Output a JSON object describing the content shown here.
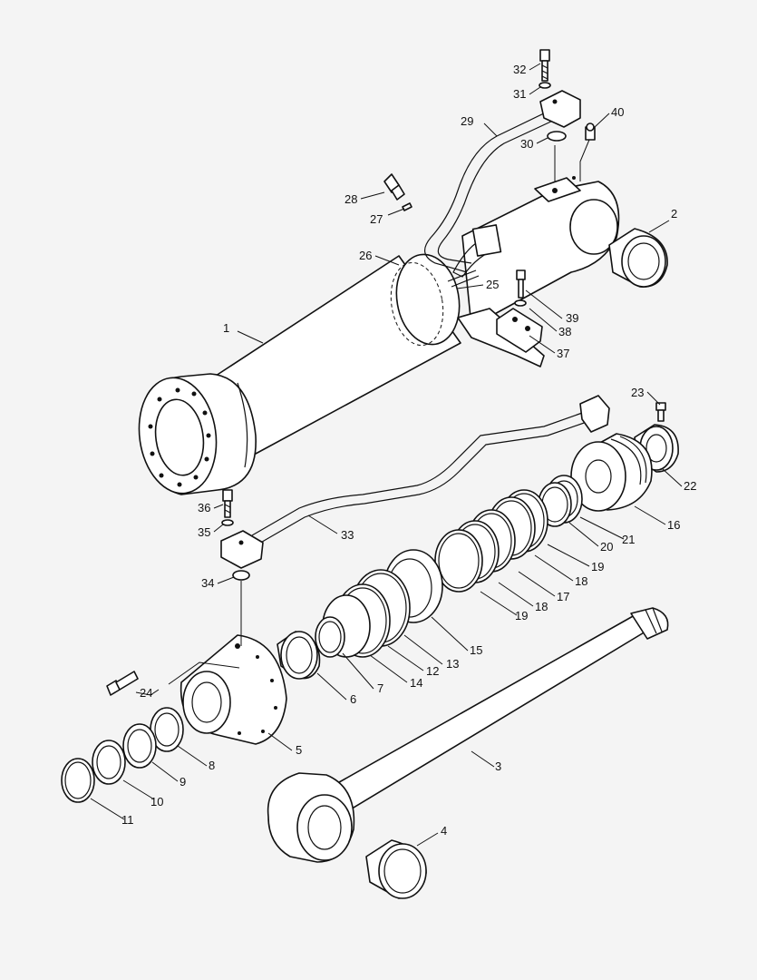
{
  "callouts": [
    "1",
    "2",
    "3",
    "4",
    "5",
    "6",
    "7",
    "8",
    "9",
    "10",
    "11",
    "12",
    "13",
    "14",
    "15",
    "16",
    "17",
    "18",
    "18",
    "19",
    "19",
    "20",
    "21",
    "22",
    "23",
    "24",
    "25",
    "26",
    "27",
    "28",
    "29",
    "30",
    "31",
    "32",
    "33",
    "34",
    "35",
    "36",
    "37",
    "38",
    "39",
    "40"
  ],
  "colors": {
    "background": "#f4f4f4",
    "line": "#111111",
    "fill": "#ffffff"
  }
}
